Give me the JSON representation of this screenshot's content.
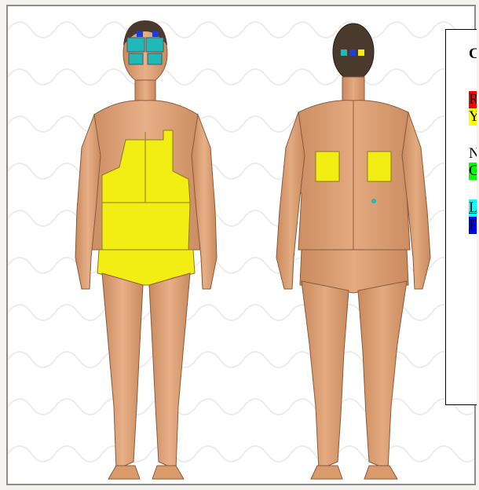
{
  "legend": {
    "title": "C",
    "items": [
      {
        "label": "R",
        "color": "#ff0000"
      },
      {
        "label": "Y",
        "color": "#ffff00"
      },
      {
        "label": "N",
        "color": ""
      },
      {
        "label": "G",
        "color": "#00ff00"
      },
      {
        "label": "L",
        "color": "#00ffff"
      },
      {
        "label": "F",
        "color": "#0000ff"
      }
    ]
  },
  "colors": {
    "skin": "#e0a272",
    "skin_shadow": "#c98a5e",
    "hair": "#4a3a2e",
    "highlight_yellow": "#f2ee14",
    "highlight_teal": "#20b8b8",
    "highlight_blue": "#1c3fd6",
    "outline": "#8a5a3c"
  },
  "figures": {
    "front": "front-body-view",
    "back": "back-body-view"
  }
}
